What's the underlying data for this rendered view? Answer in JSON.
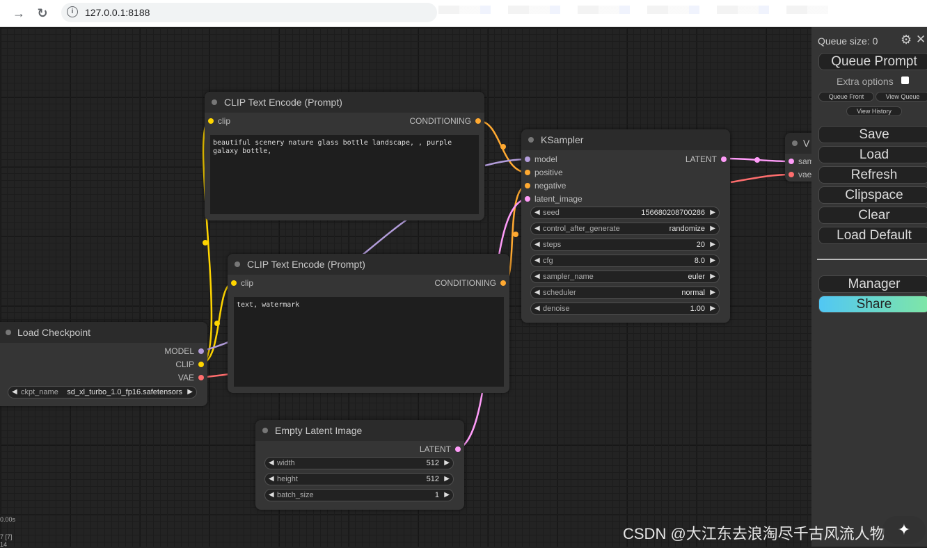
{
  "browser": {
    "url": "127.0.0.1:8188",
    "back_icon": "→",
    "reload_icon": "C"
  },
  "nodes": {
    "clip_pos": {
      "title": "CLIP Text Encode (Prompt)",
      "input": "clip",
      "output": "CONDITIONING",
      "text": "beautiful scenery nature glass bottle landscape, , purple galaxy bottle,"
    },
    "clip_neg": {
      "title": "CLIP Text Encode (Prompt)",
      "input": "clip",
      "output": "CONDITIONING",
      "text": "text, watermark"
    },
    "ksampler": {
      "title": "KSampler",
      "inputs": [
        "model",
        "positive",
        "negative",
        "latent_image"
      ],
      "output": "LATENT",
      "widgets": [
        {
          "label": "seed",
          "value": "156680208700286"
        },
        {
          "label": "control_after_generate",
          "value": "randomize"
        },
        {
          "label": "steps",
          "value": "20"
        },
        {
          "label": "cfg",
          "value": "8.0"
        },
        {
          "label": "sampler_name",
          "value": "euler"
        },
        {
          "label": "scheduler",
          "value": "normal"
        },
        {
          "label": "denoise",
          "value": "1.00"
        }
      ]
    },
    "checkpoint": {
      "title": "Load Checkpoint",
      "outputs": [
        "MODEL",
        "CLIP",
        "VAE"
      ],
      "widget_label": "ckpt_name",
      "widget_value": "sd_xl_turbo_1.0_fp16.safetensors"
    },
    "latent": {
      "title": "Empty Latent Image",
      "output": "LATENT",
      "widgets": [
        {
          "label": "width",
          "value": "512"
        },
        {
          "label": "height",
          "value": "512"
        },
        {
          "label": "batch_size",
          "value": "1"
        }
      ]
    },
    "vae_decode": {
      "title": "V",
      "inputs": [
        "sam",
        "vae"
      ]
    }
  },
  "menu": {
    "queue_size": "Queue size: 0",
    "queue_prompt": "Queue Prompt",
    "extra_options": "Extra options",
    "queue_front": "Queue Front",
    "view_queue": "View Queue",
    "view_history": "View History",
    "save": "Save",
    "load": "Load",
    "refresh": "Refresh",
    "clipspace": "Clipspace",
    "clear": "Clear",
    "load_default": "Load Default",
    "manager": "Manager",
    "share": "Share"
  },
  "stats": {
    "t1": "0.00s",
    "t2": "7 [7]",
    "t3": "14"
  },
  "watermark": "CSDN @大江东去浪淘尽千古风流人物",
  "colors": {
    "clip": "#ffd500",
    "conditioning": "#ffa931",
    "model": "#b39ddb",
    "latent": "#ff9cf9",
    "vae": "#ff6e6e"
  }
}
